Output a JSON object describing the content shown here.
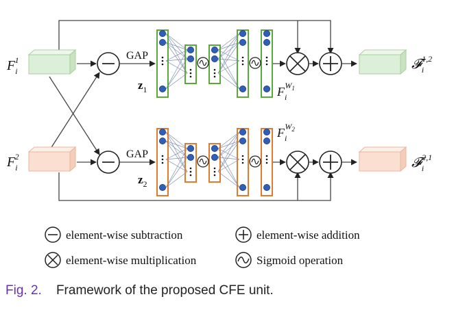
{
  "colors": {
    "green": "#5aa83a",
    "orange": "#e07a2c",
    "node": "#2f5fb8",
    "green_fill": "#dcefd8",
    "orange_fill": "#fbe0d2",
    "caption_label": "#6a2fb0"
  },
  "inputs": {
    "top": {
      "symbol": "F",
      "sub": "i",
      "sup": "1"
    },
    "bottom": {
      "symbol": "F",
      "sub": "i",
      "sup": "2"
    }
  },
  "outputs": {
    "top": {
      "symbol": "𝓕",
      "sub": "i",
      "sup": "1,2"
    },
    "bottom": {
      "symbol": "𝓕",
      "sub": "i",
      "sup": "2,1"
    }
  },
  "gap_label_top": "GAP",
  "gap_label_bottom": "GAP",
  "z_top": {
    "symbol": "z",
    "sub": "1"
  },
  "z_bottom": {
    "symbol": "z",
    "sub": "2"
  },
  "weights_top": {
    "symbol": "F",
    "sub": "i",
    "sup": "W",
    "supsub": "1"
  },
  "weights_bottom": {
    "symbol": "F",
    "sub": "i",
    "sup": "W",
    "supsub": "2"
  },
  "sigmoid_glyph": "~",
  "legend": {
    "subtraction": "element-wise subtraction",
    "addition": "element-wise addition",
    "multiplication": "element-wise multiplication",
    "sigmoid": "Sigmoid operation"
  },
  "caption": {
    "label": "Fig. 2.",
    "text": "Framework of the proposed CFE unit."
  }
}
